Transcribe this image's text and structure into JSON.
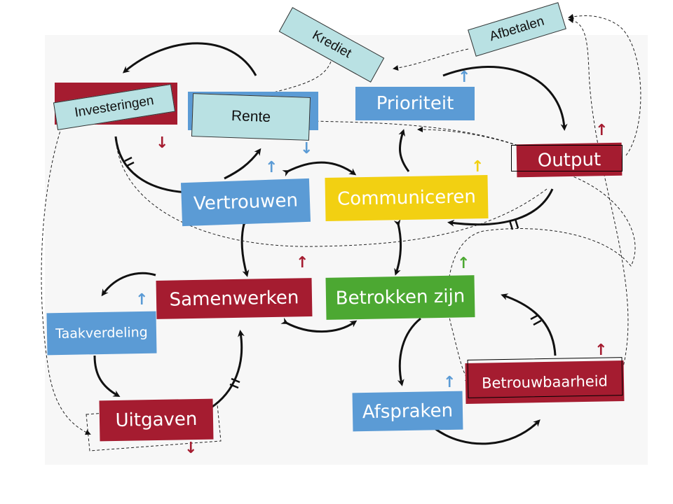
{
  "nodes": {
    "prioriteit": "Prioriteit",
    "output": "Output",
    "vertrouwen": "Vertrouwen",
    "communiceren": "Communiceren",
    "samenwerken": "Samenwerken",
    "betrokken_zijn": "Betrokken zijn",
    "taakverdeling": "Taakverdeling",
    "uitgaven": "Uitgaven",
    "afspraken": "Afspraken",
    "betrouwbaarheid": "Betrouwbaarheid"
  },
  "tags": {
    "investeringen": "Investeringen",
    "rente": "Rente",
    "krediet": "Krediet",
    "afbetalen": "Afbetalen"
  },
  "colors": {
    "blue": "#5b9bd5",
    "red": "#a51c30",
    "yellow": "#f2d012",
    "green": "#4ca832",
    "tag": "#b9e1e3"
  }
}
